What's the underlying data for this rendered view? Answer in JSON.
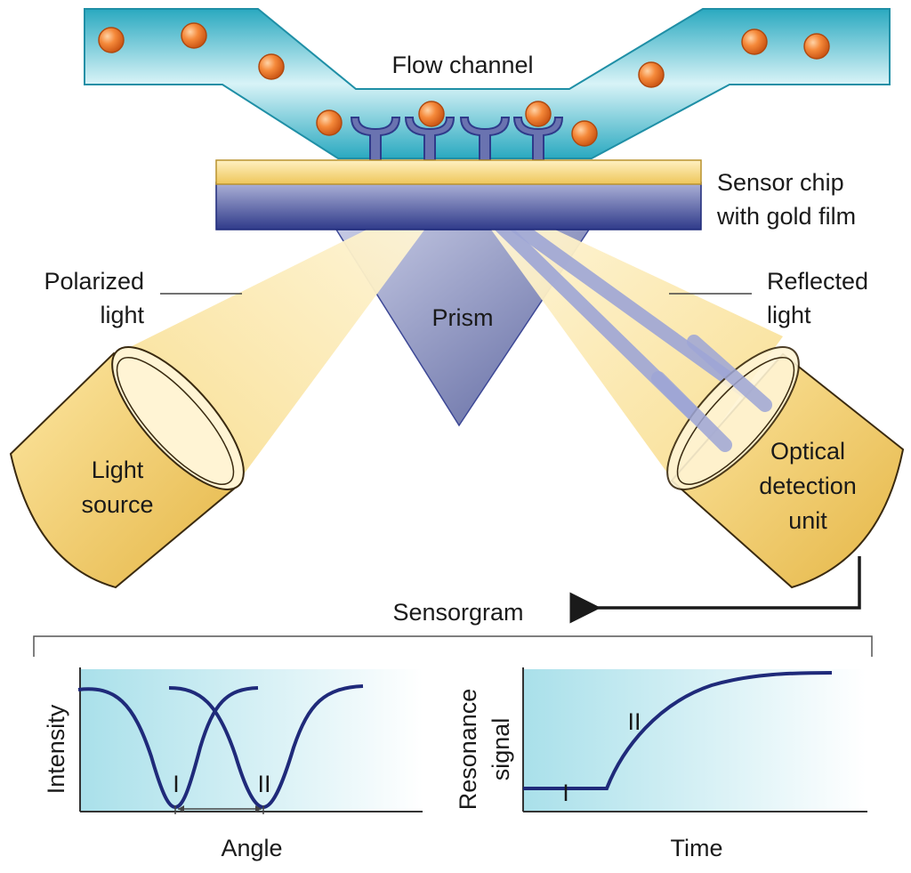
{
  "labels": {
    "flow_channel": "Flow channel",
    "sensor_chip_1": "Sensor chip",
    "sensor_chip_2": "with gold film",
    "polarized_1": "Polarized",
    "polarized_2": "light",
    "reflected_1": "Reflected",
    "reflected_2": "light",
    "prism": "Prism",
    "light_source_1": "Light",
    "light_source_2": "source",
    "detection_1": "Optical",
    "detection_2": "detection",
    "detection_3": "unit",
    "sensorgram": "Sensorgram"
  },
  "plot_left": {
    "ylabel": "Intensity",
    "xlabel": "Angle",
    "mark_1": "I",
    "mark_2": "II"
  },
  "plot_right": {
    "ylabel_1": "Resonance",
    "ylabel_2": "signal",
    "xlabel": "Time",
    "mark_1": "I",
    "mark_2": "II"
  },
  "colors": {
    "channel": "#5fc6d6",
    "particle": "#f07a2c",
    "gold": "#f3d27a",
    "chip_blue": "#3d4896",
    "prism": "#7b83b4",
    "light_beam": "#fbe5a8",
    "curve": "#1f2a7a"
  }
}
